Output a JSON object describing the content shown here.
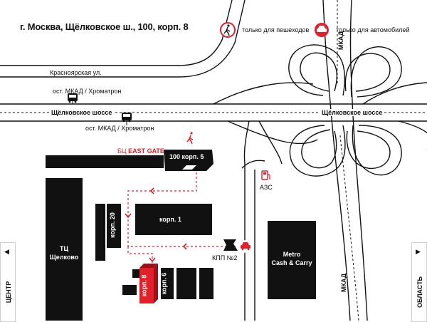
{
  "address": "г. Москва, Щёлковское ш., 100, корп. 8",
  "legend": {
    "pedestrians": "только для пешеходов",
    "cars": "только для автомобилей"
  },
  "streets": {
    "krasnoyarskaya": "Красноярская ул.",
    "shchelkovskoe_left": "Щёлковское шоссе",
    "shchelkovskoe_right": "Щёлковское шоссе",
    "mkad_top": "МКАД",
    "mkad_bottom": "МКАД"
  },
  "stops": {
    "stop_top": "ост. МКАД / Хроматрон",
    "stop_bottom": "ост. МКАД / Хроматрон"
  },
  "buildings": {
    "bc_prefix": "БЦ",
    "bc_name": "EAST GATE",
    "korp5": "100 корп. 5",
    "korp20": "корп. 20",
    "korp1": "корп. 1",
    "korp8": "корп. 8",
    "korp6": "корп. 6",
    "tc_line1": "ТЦ",
    "tc_line2": "Щелково",
    "metro_line1": "Metro",
    "metro_line2": "Cash & Carry"
  },
  "poi": {
    "azs": "АЗС",
    "kpp": "КПП №2"
  },
  "side_nav": {
    "left": "ЦЕНТР",
    "right": "ОБЛАСТЬ"
  },
  "colors": {
    "accent_red": "#e1202a",
    "building_black": "#111111",
    "road_line": "#111111",
    "highlight_building": "#e1202a"
  },
  "icons": {
    "pedestrian": "pedestrian-icon",
    "car": "car-icon",
    "bus": "bus-icon",
    "fuel": "fuel-icon",
    "barrier": "barrier-icon",
    "arrow_left": "arrow-left-icon",
    "arrow_right": "arrow-right-icon"
  }
}
